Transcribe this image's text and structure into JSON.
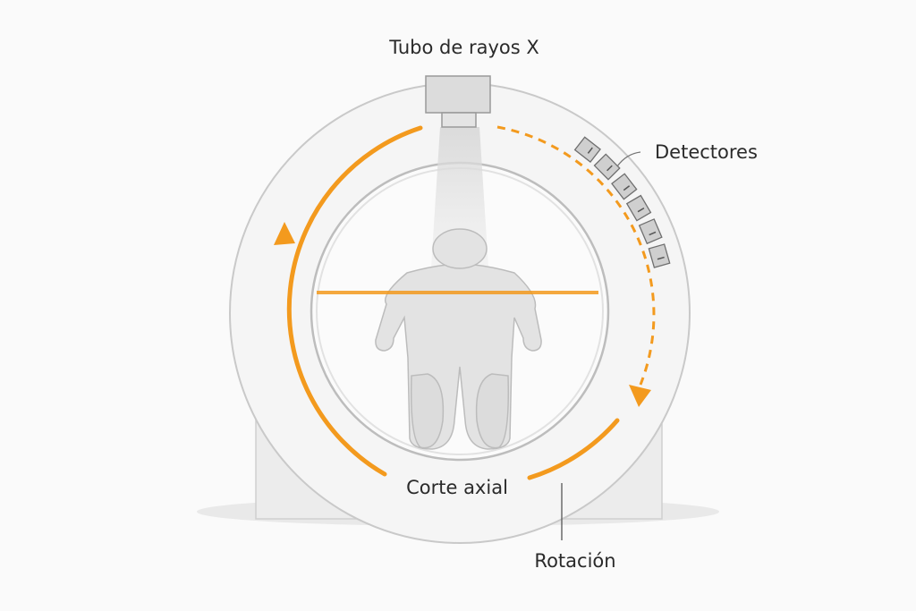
{
  "labels": {
    "tube": "Tubo de rayos X",
    "detectors": "Detectores",
    "slice": "Corte axial",
    "rotation": "Rotación"
  },
  "colors": {
    "accent": "#f39a1e",
    "gantry": "#f4f4f4",
    "outline": "#c9c9c9",
    "text": "#2a2a2a"
  },
  "detector_count": 6
}
